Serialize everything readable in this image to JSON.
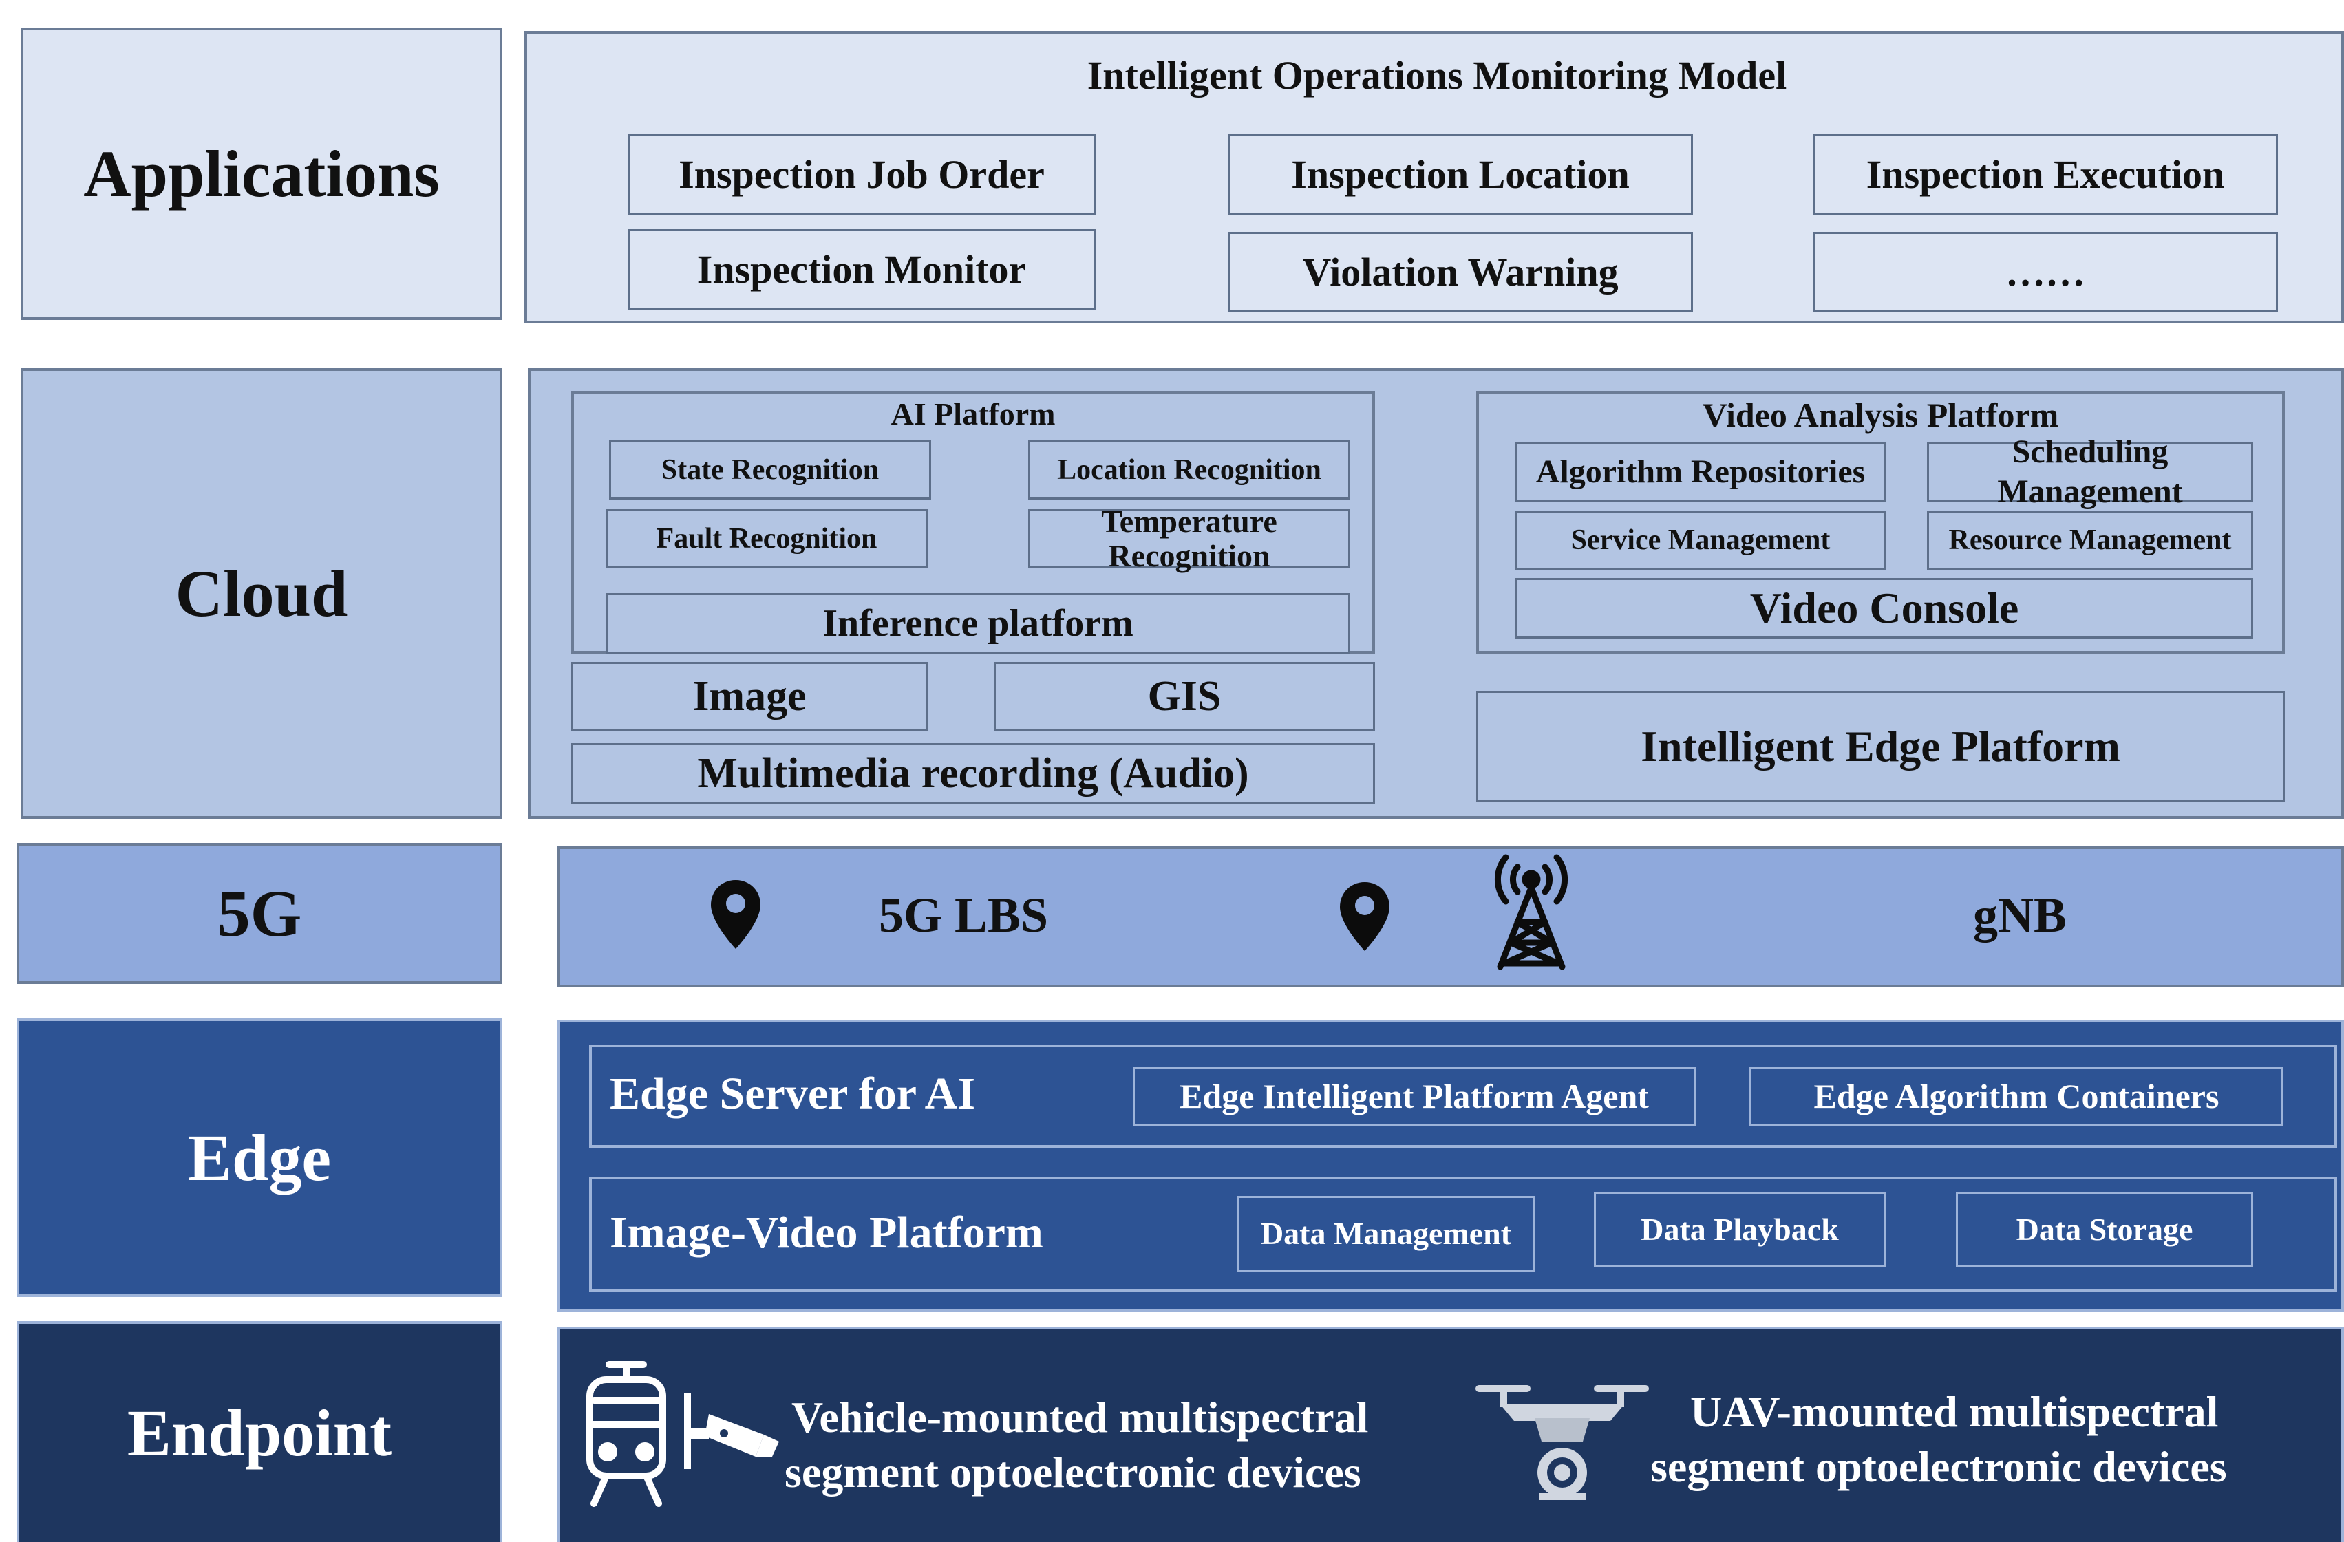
{
  "layers": {
    "applications": "Applications",
    "cloud": "Cloud",
    "fiveg": "5G",
    "edge": "Edge",
    "endpoint": "Endpoint"
  },
  "applications": {
    "title": "Intelligent Operations Monitoring Model",
    "items": [
      "Inspection Job Order",
      "Inspection Location",
      "Inspection Execution",
      "Inspection Monitor",
      "Violation Warning",
      "……"
    ]
  },
  "cloud": {
    "ai_platform": {
      "title": "AI Platform",
      "items": [
        "State Recognition",
        "Location Recognition",
        "Fault Recognition",
        "Temperature Recognition"
      ],
      "inference": "Inference platform"
    },
    "image": "Image",
    "gis": "GIS",
    "multimedia": "Multimedia recording (Audio)",
    "video_platform": {
      "title": "Video Analysis Platform",
      "items": [
        "Algorithm Repositories",
        "Scheduling Management",
        "Service Management",
        "Resource Management"
      ],
      "console": "Video Console"
    },
    "edge_platform": "Intelligent Edge Platform"
  },
  "fiveg": {
    "lbs": "5G LBS",
    "gnb": "gNB",
    "icons": [
      "location-pin-icon",
      "location-pin-icon",
      "cell-tower-icon"
    ]
  },
  "edge": {
    "server": {
      "title": "Edge Server for AI",
      "items": [
        "Edge Intelligent Platform Agent",
        "Edge Algorithm Containers"
      ]
    },
    "video": {
      "title": "Image-Video Platform",
      "items": [
        "Data Management",
        "Data Playback",
        "Data Storage"
      ]
    }
  },
  "endpoint": {
    "vehicle": [
      "Vehicle-mounted multispectral",
      "segment optoelectronic devices"
    ],
    "uav": [
      "UAV-mounted multispectral",
      "segment optoelectronic devices"
    ],
    "icons": [
      "train-icon",
      "camera-icon",
      "drone-icon"
    ]
  },
  "colors": {
    "applications": "#dde5f3",
    "cloud": "#b3c5e3",
    "fiveg": "#8fa9dc",
    "edge": "#2d5394",
    "endpoint": "#1e365f"
  }
}
